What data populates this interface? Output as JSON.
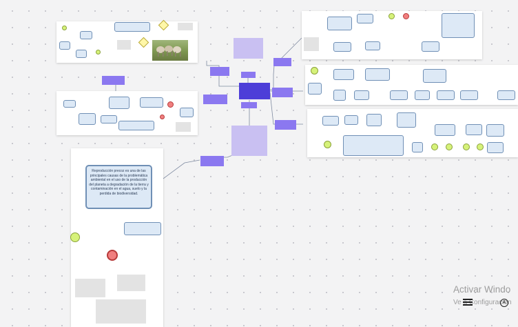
{
  "board": {
    "central_node": "",
    "central_node_tag": "",
    "central_lavender_note": "",
    "description_note": "",
    "left_purple_label": "",
    "mid_purple_label": "",
    "bottom_purple_label": "",
    "right_purple_1": "",
    "right_purple_2": "",
    "right_purple_3": "",
    "top_purple_1": "",
    "top_purple_2": ""
  },
  "panel_bottom_left": {
    "main_task": "Reproducción precoz es una de las principales causas de la problemática ambiental en el uso de la producción del planeta a degradación de la tierra y contaminación en el agua, suelo y la perdida de biodiversidad.",
    "subtask_1": "",
    "end_label": "",
    "note_left": "",
    "note_right": "",
    "note_bottom": ""
  },
  "watermark": {
    "line1": "Activar Windo",
    "line2": "Ve a Configuración"
  },
  "colors": {
    "task_fill": "#dde9f6",
    "task_border": "#6f8fb5",
    "purple": "#8b78f0",
    "lavender": "#c9c0f2",
    "start_event": "#d6f27a",
    "end_event": "#f07f7f"
  },
  "toolbar_icons": [
    "menu-lines-icon",
    "accessibility-icon"
  ]
}
